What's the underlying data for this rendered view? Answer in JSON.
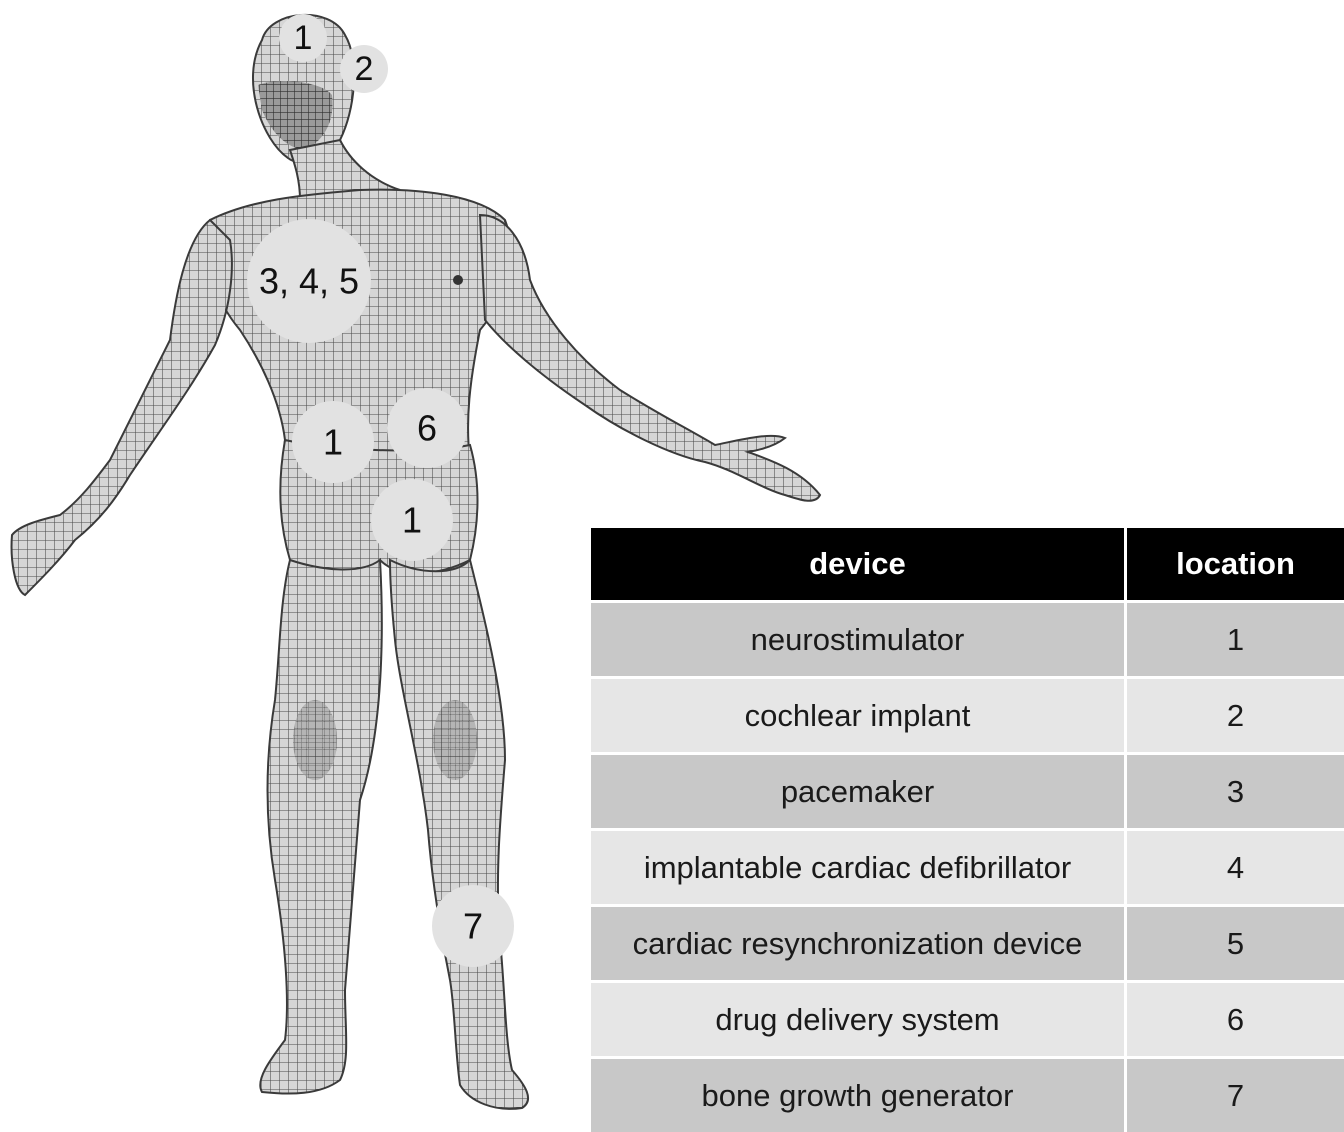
{
  "figure": {
    "markers": [
      {
        "label": "1",
        "region": "head-top"
      },
      {
        "label": "2",
        "region": "ear"
      },
      {
        "label": "3, 4, 5",
        "region": "upper-chest"
      },
      {
        "label": "1",
        "region": "lower-back"
      },
      {
        "label": "6",
        "region": "abdomen"
      },
      {
        "label": "1",
        "region": "pelvis"
      },
      {
        "label": "7",
        "region": "lower-leg"
      }
    ]
  },
  "table": {
    "headers": {
      "device": "device",
      "location": "location"
    },
    "rows": [
      {
        "device": "neurostimulator",
        "location": "1"
      },
      {
        "device": "cochlear implant",
        "location": "2"
      },
      {
        "device": "pacemaker",
        "location": "3"
      },
      {
        "device": "implantable cardiac defibrillator",
        "location": "4"
      },
      {
        "device": "cardiac resynchronization device",
        "location": "5"
      },
      {
        "device": "drug delivery system",
        "location": "6"
      },
      {
        "device": "bone growth generator",
        "location": "7"
      }
    ]
  },
  "colors": {
    "header_bg": "#000000",
    "header_text": "#ffffff",
    "row_dark": "#c8c8c8",
    "row_light": "#e6e6e6",
    "marker_fill": "#e2e2e2"
  }
}
